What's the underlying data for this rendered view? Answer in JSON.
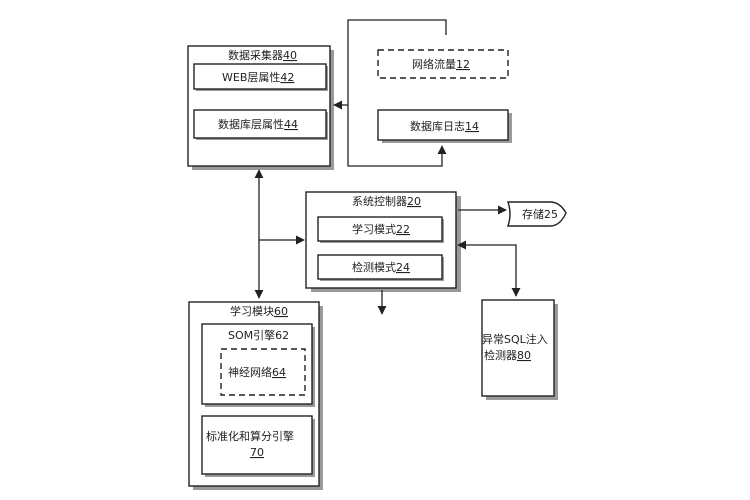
{
  "data_collector": {
    "name": "数据采集器",
    "ref": "40"
  },
  "web_attr": {
    "name": "WEB层属性",
    "ref": "42"
  },
  "db_attr": {
    "name": "数据库层属性",
    "ref": "44"
  },
  "net_traffic": {
    "name": "网络流量",
    "ref": "12"
  },
  "db_log": {
    "name": "数据库日志",
    "ref": "14"
  },
  "sys_controller": {
    "name": "系统控制器",
    "ref": "20"
  },
  "learn_mode": {
    "name": "学习模式",
    "ref": "22"
  },
  "detect_mode": {
    "name": "检测模式",
    "ref": "24"
  },
  "storage": {
    "name": "存储",
    "ref": "25"
  },
  "learn_module": {
    "name": "学习模块",
    "ref": "60"
  },
  "som_engine": {
    "name": "SOM引擎",
    "ref": "62"
  },
  "neural_net": {
    "name": "神经网络",
    "ref": "64"
  },
  "norm_engine": {
    "name": "标准化和算分引擎",
    "ref": "70"
  },
  "sqli_detector": {
    "line1": "异常SQL注入",
    "line2": "检测器",
    "ref": "80"
  }
}
